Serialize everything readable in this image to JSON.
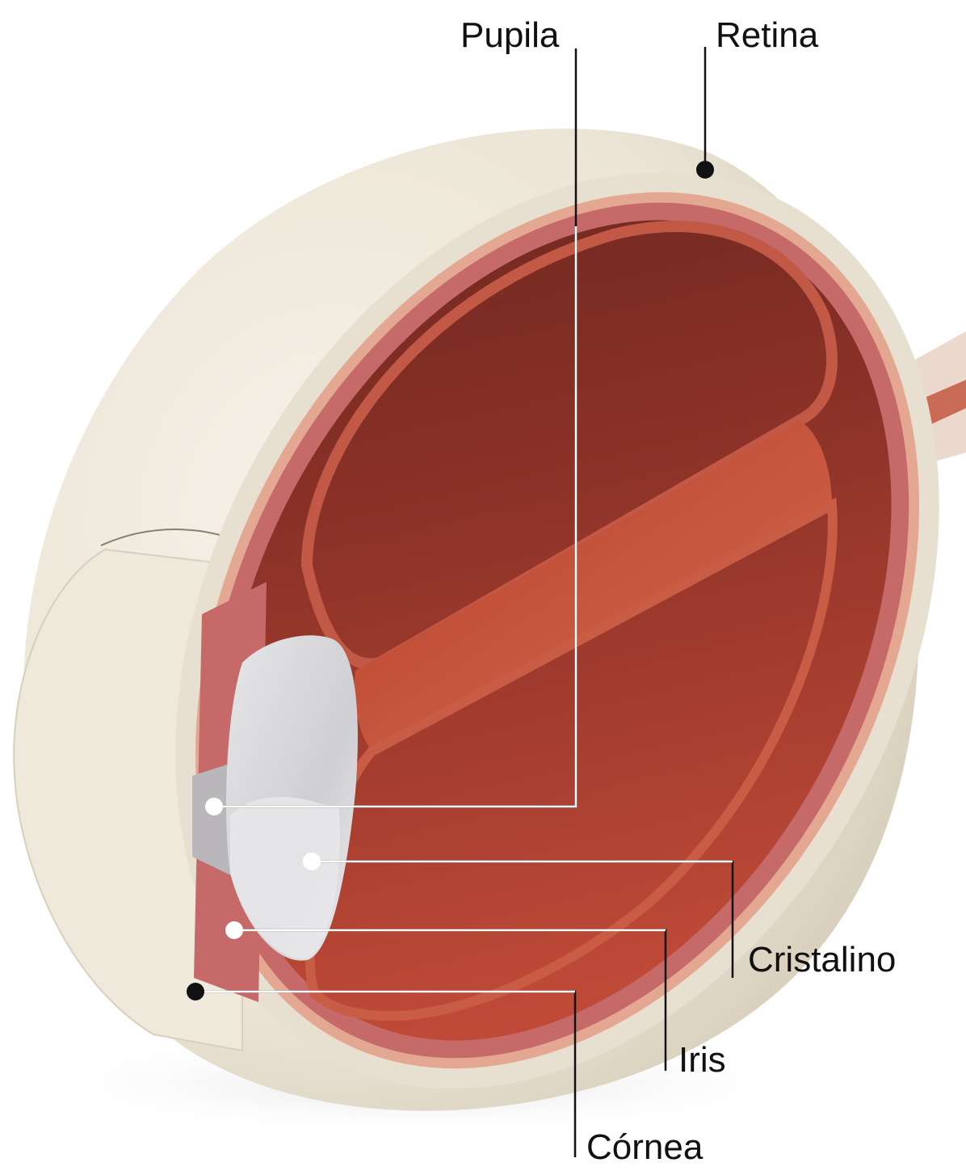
{
  "labels": {
    "pupila": "Pupila",
    "retina": "Retina",
    "cristalino": "Cristalino",
    "iris": "Iris",
    "cornea": "Córnea"
  },
  "colors": {
    "sclera": "#efe9dc",
    "sclera_shade": "#ddd5c3",
    "choroid": "#c56a68",
    "retina_layer": "#e3a792",
    "interior_dark": "#7a2d24",
    "interior_mid": "#a8392e",
    "interior_light": "#c7523c",
    "lens": "#dcdcdf",
    "leader_line": "#111111",
    "marker_black": "#111111",
    "marker_white": "#ffffff"
  }
}
